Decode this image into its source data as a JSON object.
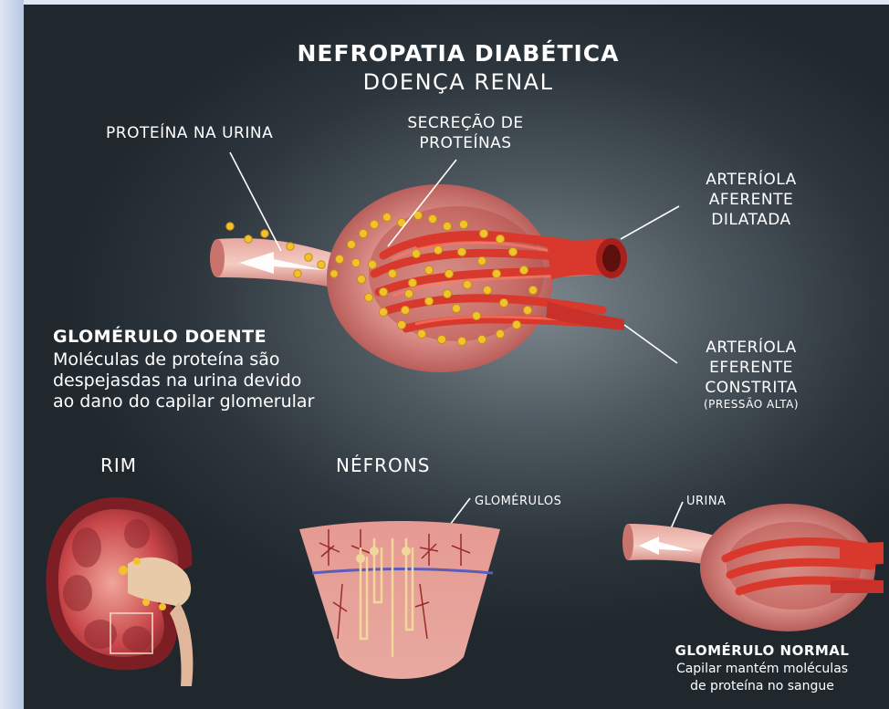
{
  "title": "NEFROPATIA DIABÉTICA",
  "subtitle": "DOENÇA RENAL",
  "labels": {
    "protein_urine": "PROTEÍNA NA URINA",
    "secretion": [
      "SECREÇÃO DE",
      "PROTEÍNAS"
    ],
    "afferent": [
      "ARTERÍOLA",
      "AFERENTE",
      "DILATADA"
    ],
    "efferent": [
      "ARTERÍOLA",
      "EFERENTE",
      "CONSTRITA"
    ],
    "efferent_note": "(PRESSÃO ALTA)",
    "kidney": "RIM",
    "nephrons": "NÉFRONS",
    "glomeruli": "GLOMÉRULOS",
    "urine": "URINA"
  },
  "diseased": {
    "heading": "GLOMÉRULO DOENTE",
    "lines": [
      "Moléculas de proteína são",
      "despejasdas na urina devido",
      "ao dano do capilar  glomerular"
    ]
  },
  "normal": {
    "heading": "GLOMÉRULO NORMAL",
    "lines": [
      "Capilar mantém moléculas",
      "de proteína no sangue"
    ]
  },
  "colors": {
    "background": "#2d363d",
    "frame": "#c9d4ea",
    "vessel_red": "#d8392c",
    "capsule_pink": "#d98c86",
    "protein_yellow": "#f2c12e",
    "text": "#ffffff"
  }
}
